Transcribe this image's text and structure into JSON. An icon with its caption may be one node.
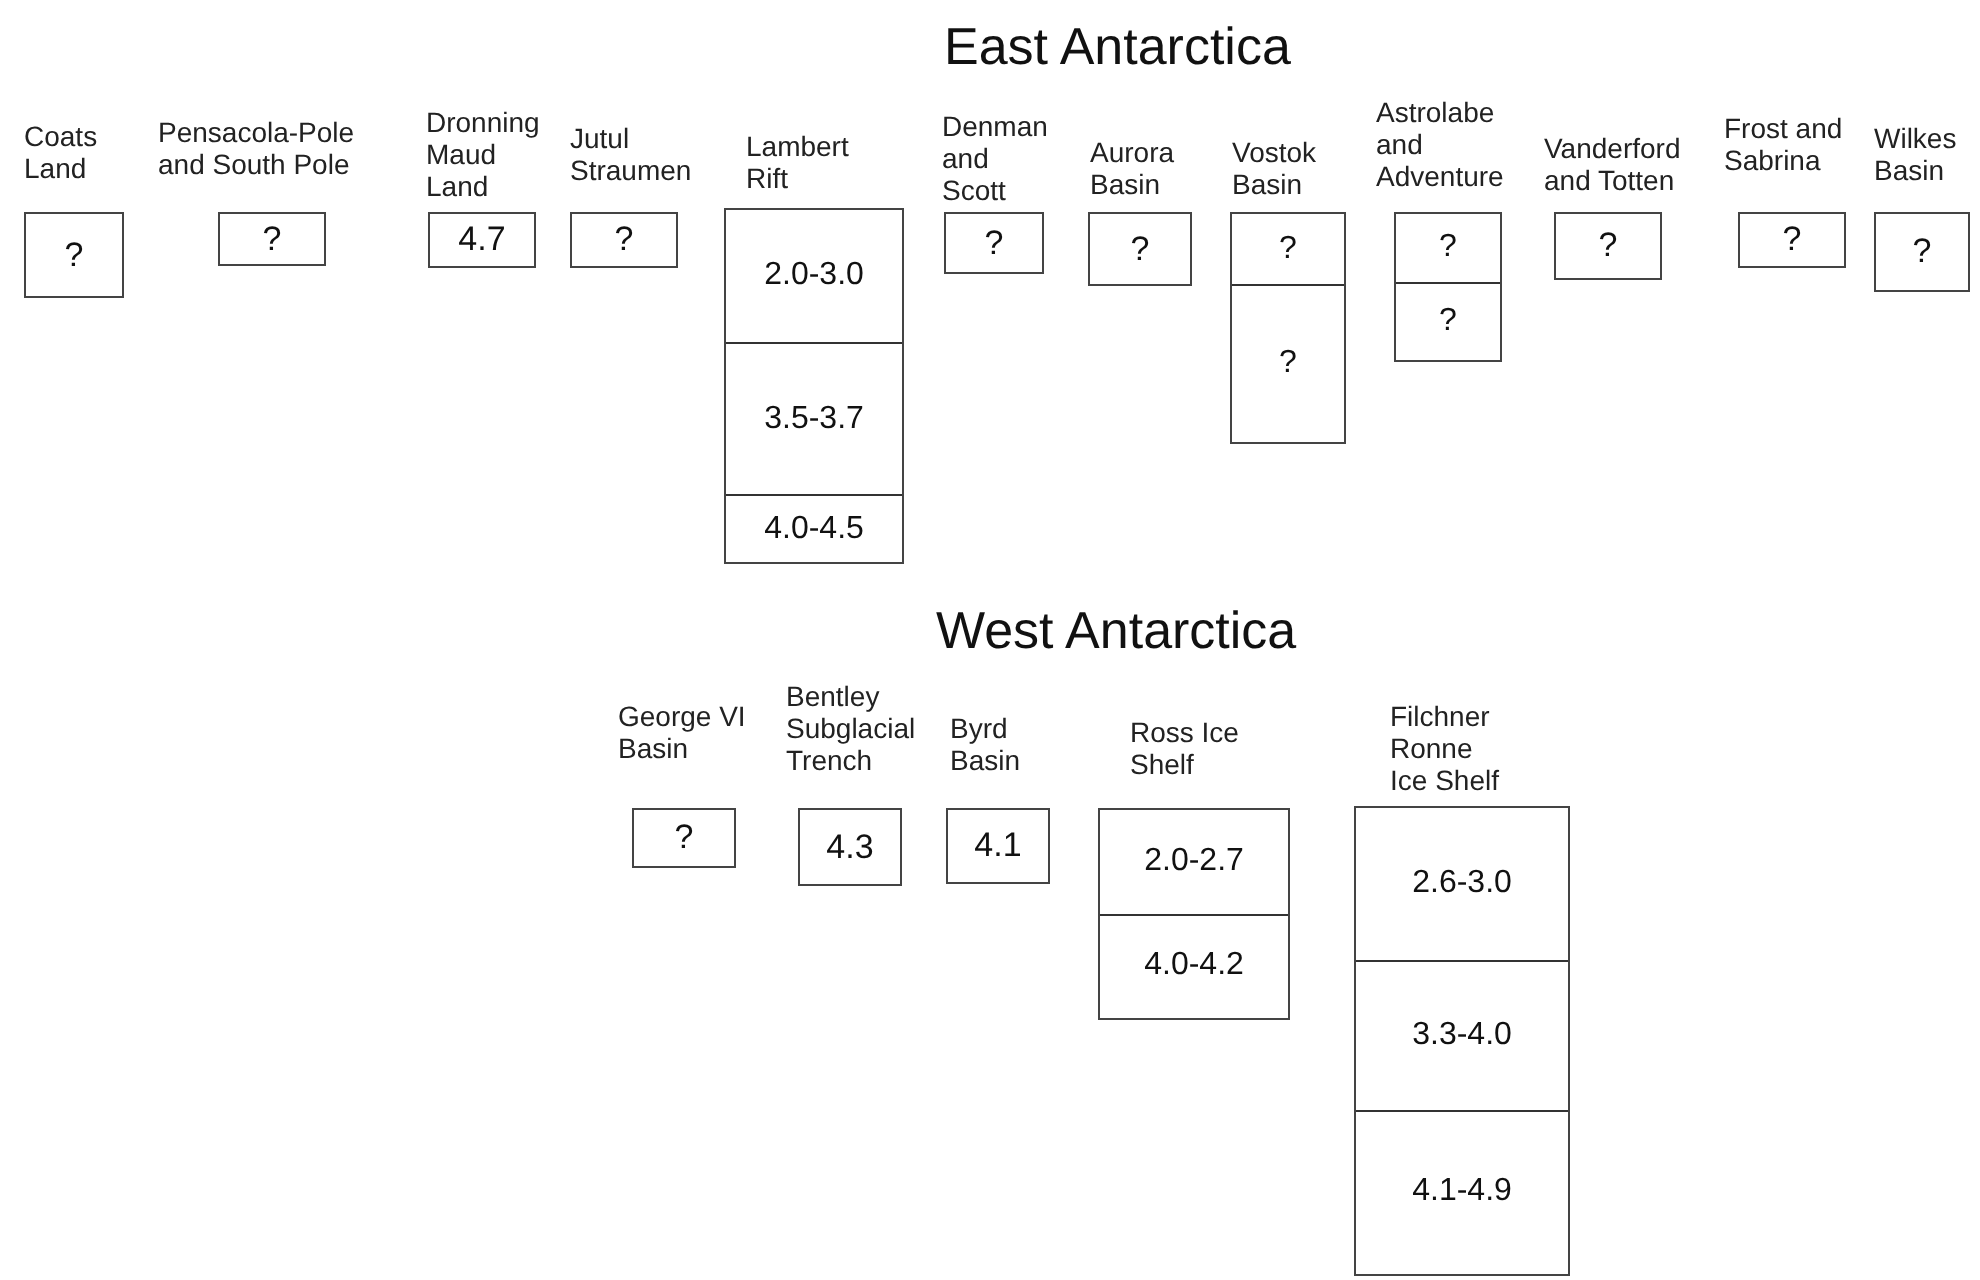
{
  "diagram": {
    "nodes": [
      {
        "text": [
          "Coats Land",
          "?"
        ]
      },
      {
        "text": [
          "Pensacola-Pole and South Pole",
          "?"
        ]
      },
      {
        "text": [
          "Dronning Maud Land",
          "4.7"
        ]
      },
      {
        "text": [
          "Jutul Straumen",
          "?"
        ]
      },
      {
        "text": [
          "Lambert Rift"
        ]
      },
      {
        "text": [
          "2.0-3.0"
        ],
        "in": 4
      },
      {
        "text": [
          "3.5-3.7"
        ],
        "in": 4
      },
      {
        "text": [
          "4.0-4.5"
        ],
        "in": 4
      },
      {
        "text": [
          "Denman and Scott",
          "?"
        ]
      },
      {
        "text": [
          "Aurora Basin",
          "?"
        ]
      },
      {
        "text": [
          "Vostok Basin"
        ]
      },
      {
        "text": [
          "?"
        ],
        "in": 10
      },
      {
        "text": [
          "?"
        ],
        "in": 10
      },
      {
        "text": [
          "Astrolabe and Adventure"
        ]
      },
      {
        "text": [
          "?"
        ],
        "in": 13
      },
      {
        "text": [
          "?"
        ],
        "in": 13
      },
      {
        "text": [
          "Vanderford and Totten",
          "?"
        ]
      },
      {
        "text": [
          "Frost and Sabrina",
          "?"
        ]
      },
      {
        "text": [
          "Wilkes Basin",
          "?"
        ]
      },
      {
        "text": [
          "George VI Basin",
          "?"
        ]
      },
      {
        "text": [
          "Bentley Subglacial Trench",
          "4.3"
        ]
      },
      {
        "text": [
          "Byrd Basin",
          "4.1"
        ]
      },
      {
        "text": [
          "Ross Ice Shelf"
        ]
      },
      {
        "text": [
          "2.0-2.7"
        ],
        "in": 22
      },
      {
        "text": [
          "4.0-4.2"
        ],
        "in": 22
      },
      {
        "text": [
          "Filchner Ronne Ice Shelf"
        ]
      },
      {
        "text": [
          "2.6-3.0"
        ],
        "in": 25
      },
      {
        "text": [
          "3.3-4.0"
        ],
        "in": 25
      },
      {
        "text": [
          "4.1-4.9"
        ],
        "in": 25
      }
    ],
    "labels": [
      "East Antarctica",
      "West Antarctica"
    ]
  }
}
